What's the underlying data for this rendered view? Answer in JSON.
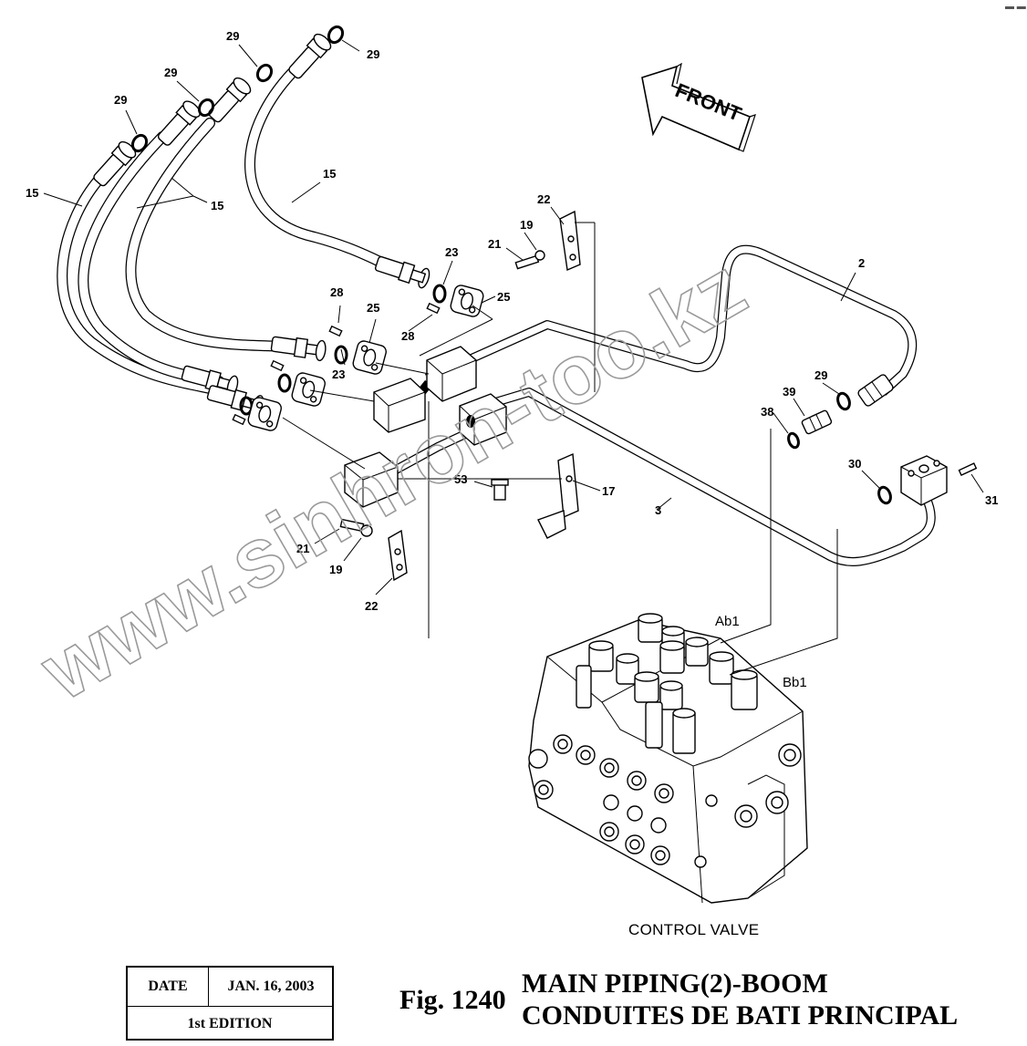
{
  "callouts": {
    "c29a": "29",
    "c29b": "29",
    "c29c": "29",
    "c29d": "29",
    "c29e": "29",
    "c15a": "15",
    "c15b": "15",
    "c15c": "15",
    "c22a": "22",
    "c19a": "19",
    "c21a": "21",
    "c23a": "23",
    "c25a": "25",
    "c28a": "28",
    "c28b": "28",
    "c25b": "25",
    "c23b": "23",
    "c2": "2",
    "c39": "39",
    "c38": "38",
    "c30": "30",
    "c31": "31",
    "c53": "53",
    "c17": "17",
    "c3": "3",
    "c21b": "21",
    "c19b": "19",
    "c22b": "22"
  },
  "direction_label": "FRONT",
  "ports": {
    "ab1": "Ab1",
    "bb1": "Bb1"
  },
  "component_caption": "CONTROL VALVE",
  "title_block": {
    "date_label": "DATE",
    "date_value": "JAN. 16, 2003",
    "edition": "1st EDITION"
  },
  "figure": {
    "number": "Fig. 1240",
    "title_en": "MAIN PIPING(2)-BOOM",
    "title_fr": "CONDUITES DE BATI PRINCIPAL"
  },
  "watermark": "www.sinhron-too.kz",
  "corner_mark": "▬ ▬"
}
